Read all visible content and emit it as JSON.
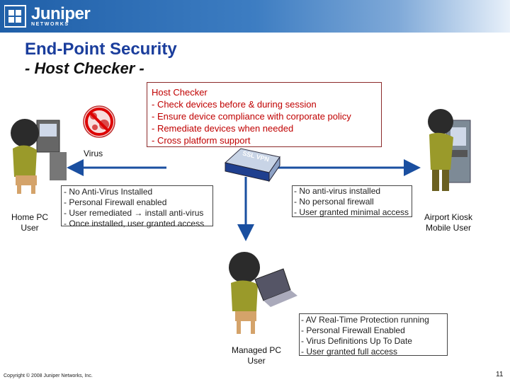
{
  "header": {
    "logo_text": "Juniper",
    "logo_sub": "NETWORKS"
  },
  "title": "End-Point Security",
  "subtitle": "- Host Checker -",
  "host_checker": {
    "heading": "Host Checker",
    "items": [
      "- Check devices before & during session",
      "- Ensure device compliance with corporate policy",
      "- Remediate devices when needed",
      "- Cross platform support"
    ]
  },
  "virus_label": "Virus",
  "device_label": "SSL VPN",
  "home_pc": {
    "caption": [
      "Home PC",
      "User"
    ],
    "items": [
      "- No Anti-Virus Installed",
      "- Personal Firewall enabled",
      "- User remediated → install anti-virus",
      "- Once installed, user granted access"
    ]
  },
  "kiosk": {
    "caption": [
      "Airport Kiosk",
      "Mobile User"
    ],
    "items": [
      "- No anti-virus installed",
      "- No personal firewall",
      "- User granted minimal access"
    ]
  },
  "managed_pc": {
    "caption": [
      "Managed PC",
      "User"
    ],
    "items": [
      "- AV Real-Time Protection running",
      "- Personal Firewall Enabled",
      "- Virus Definitions Up To Date",
      "- User granted full access"
    ]
  },
  "footer": "Copyright © 2008 Juniper Networks, Inc.",
  "page_number": "11",
  "colors": {
    "title": "#1a3d9c",
    "host_checker_text": "#c00000",
    "arrow": "#1a4fa0",
    "figure_shirt": "#9a9a2a"
  }
}
